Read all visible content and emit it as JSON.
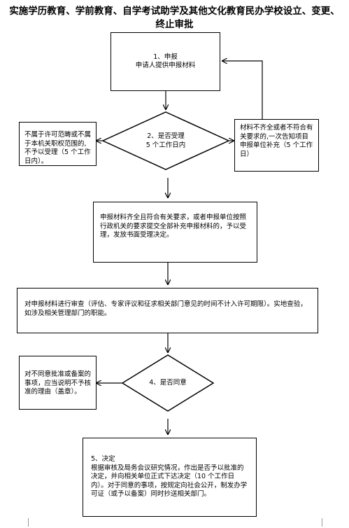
{
  "title_line1": "实施学历教育、学前教育、自学考试助学及其他文化教育民办学校设立、变更、",
  "title_line2": "终止审批",
  "step1": {
    "num": "1、申报",
    "text": "申请人提供申报材料"
  },
  "decision2": {
    "num": "2、是否受理",
    "text": "5 个工作日内"
  },
  "left_reject": "不属于许可范畴或不属于本机关职权范围的,不予以受理（5 个工作日内）。",
  "right_supplement": "材料不齐全或者不符合有关要求的,一次告知项目申报单位补充（5 个工作日）",
  "accept": "申报材料齐全且符合有关要求，或者申报单位按照行政机关的要求提交全部补充申报材料的，予以受理，发放书面受理决定。",
  "review": "对申报材料进行审查（评估、专家评议和征求相关部门意见的时间不计入许可期限）。实地查验，如涉及相关管理部门的职能。",
  "decision4": {
    "text": "4、是否同意"
  },
  "left_disagree": "对不同意批准或备案的事项，应当说明不予核准的理由（盖章）。",
  "step5": {
    "num": "5、决定",
    "text": "根据审核及局务会议研究情况，作出是否予以批准的决定，并向相关单位正式下达决定（10 个工作日内）。对于同意的事项，按规定向社会公开，制发办学可证（或予以备案）同时抄送相关部门。"
  }
}
